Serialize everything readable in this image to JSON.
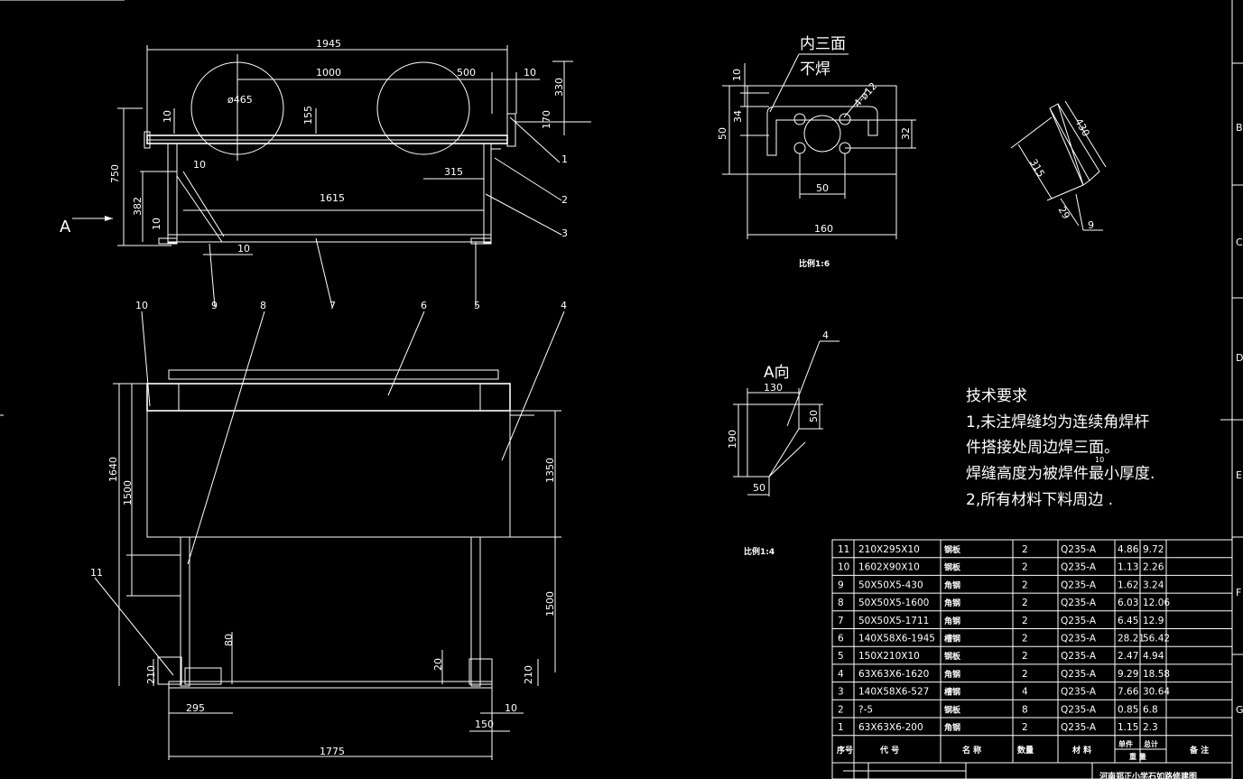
{
  "dims_top": {
    "d1945": "1945",
    "d1000": "1000",
    "d500": "500",
    "d10a": "10",
    "d330": "330",
    "d465": "ø465",
    "d155": "155",
    "d10b": "10",
    "d170": "170",
    "d750": "750",
    "d10c": "10",
    "d315": "315",
    "d1615": "1615",
    "d382": "382",
    "d10d": "10",
    "d10e": "10",
    "view_a": "A"
  },
  "balloons_top": {
    "b1": "1",
    "b2": "2",
    "b3": "3",
    "b5": "5",
    "b7": "7",
    "b9": "9"
  },
  "dims_bottom": {
    "d1640": "1640",
    "d1500a": "1500",
    "d1350": "1350",
    "d1500b": "1500",
    "d80": "80",
    "d210a": "210",
    "d20": "20",
    "d210b": "210",
    "d295": "295",
    "d150": "150",
    "d10": "10",
    "d1775": "1775"
  },
  "balloons_bottom": {
    "b10": "10",
    "b8": "8",
    "b6": "6",
    "b4": "4",
    "b11": "11"
  },
  "plate_detail": {
    "note1": "内三面",
    "note2": "不焊",
    "d10": "10",
    "d34": "34",
    "d50v": "50",
    "d32": "32",
    "d50h": "50",
    "d160": "160",
    "hole": "4-ø12",
    "scale": "比例1:6"
  },
  "angle_detail": {
    "d430": "430",
    "d315": "315",
    "d29": "29",
    "b9": "9"
  },
  "view_a_detail": {
    "title": "A向",
    "d130": "130",
    "d190": "190",
    "d50r": "50",
    "d50b": "50",
    "b4": "4",
    "scale": "比例1:4"
  },
  "tech": {
    "title": "技术要求",
    "line1": "1,未注焊缝均为连续角焊杆",
    "line2": "件搭接处周边焊三面。",
    "line3": "焊缝高度为被焊件最小厚度.",
    "line4": "2,所有材料下料周边  .",
    "mark": "10"
  },
  "bom": {
    "rows": [
      [
        "11",
        "210X295X10",
        "钢板",
        "2",
        "Q235-A",
        "4.86",
        "9.72"
      ],
      [
        "10",
        "1602X90X10",
        "钢板",
        "2",
        "Q235-A",
        "1.13",
        "2.26"
      ],
      [
        "9",
        "50X50X5-430",
        "角钢",
        "2",
        "Q235-A",
        "1.62",
        "3.24"
      ],
      [
        "8",
        "50X50X5-1600",
        "角钢",
        "2",
        "Q235-A",
        "6.03",
        "12.06"
      ],
      [
        "7",
        "50X50X5-1711",
        "角钢",
        "2",
        "Q235-A",
        "6.45",
        "12.9"
      ],
      [
        "6",
        "140X58X6-1945",
        "槽钢",
        "2",
        "Q235-A",
        "28.21",
        "56.42"
      ],
      [
        "5",
        "150X210X10",
        "钢板",
        "2",
        "Q235-A",
        "2.47",
        "4.94"
      ],
      [
        "4",
        "63X63X6-1620",
        "角钢",
        "2",
        "Q235-A",
        "9.29",
        "18.58"
      ],
      [
        "3",
        "140X58X6-527",
        "槽钢",
        "4",
        "Q235-A",
        "7.66",
        "30.64"
      ],
      [
        "2",
        "?-5",
        "钢板",
        "8",
        "Q235-A",
        "0.85",
        "6.8"
      ],
      [
        "1",
        "63X63X6-200",
        "角钢",
        "2",
        "Q235-A",
        "1.15",
        "2.3"
      ]
    ],
    "header": {
      "no": "序号",
      "code": "代  号",
      "name": "名  称",
      "qty": "数量",
      "material": "材  料",
      "unit": "单件",
      "total": "总计",
      "weight": "重  量",
      "remark": "备  注"
    },
    "footer_text": "河南郑正小学石如路修建图"
  },
  "border_zone_letters": [
    "B",
    "C",
    "D",
    "E",
    "F",
    "G"
  ]
}
